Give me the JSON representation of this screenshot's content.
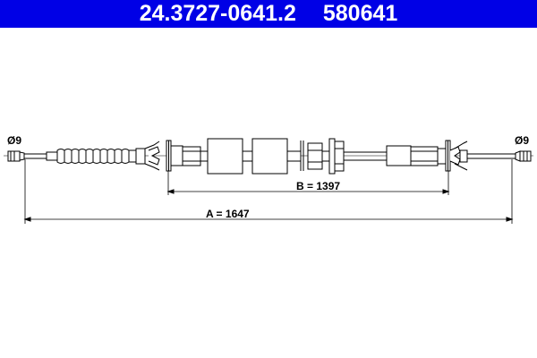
{
  "header": {
    "part_number": "24.3727-0641.2",
    "ref_number": "580641",
    "background_color": "#0000e6",
    "text_color": "#ffffff"
  },
  "drawing": {
    "left_end_label": "Ø9",
    "right_end_label": "Ø9",
    "dimension_b": "B = 1397",
    "dimension_a": "A = 1647"
  }
}
